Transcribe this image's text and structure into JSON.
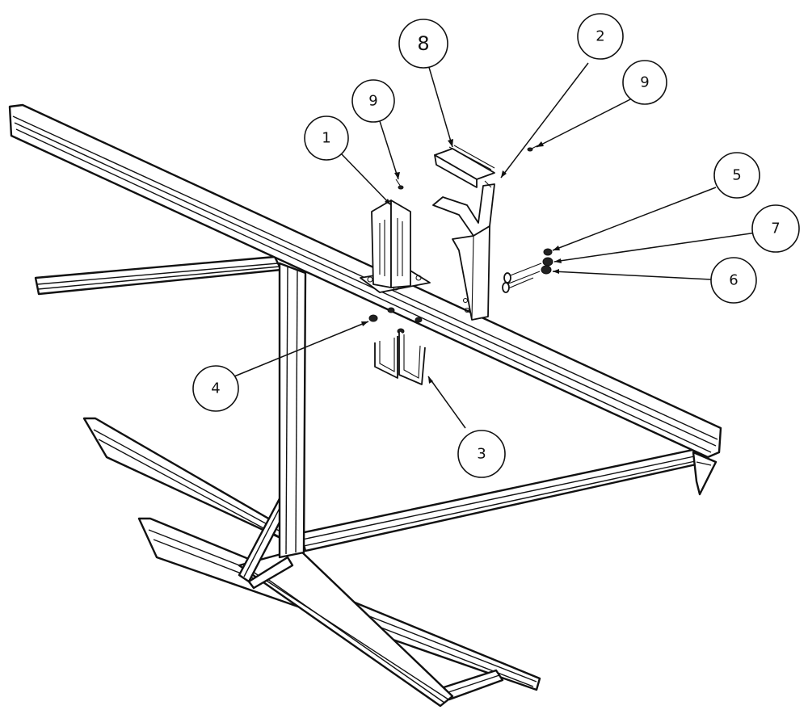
{
  "balloons": [
    {
      "id": "b1",
      "label": "1"
    },
    {
      "id": "b2",
      "label": "2"
    },
    {
      "id": "b3",
      "label": "3"
    },
    {
      "id": "b4",
      "label": "4"
    },
    {
      "id": "b5",
      "label": "5"
    },
    {
      "id": "b6",
      "label": "6"
    },
    {
      "id": "b7",
      "label": "7"
    },
    {
      "id": "b8",
      "label": "8"
    },
    {
      "id": "b9a",
      "label": "9"
    },
    {
      "id": "b9b",
      "label": "9"
    }
  ]
}
